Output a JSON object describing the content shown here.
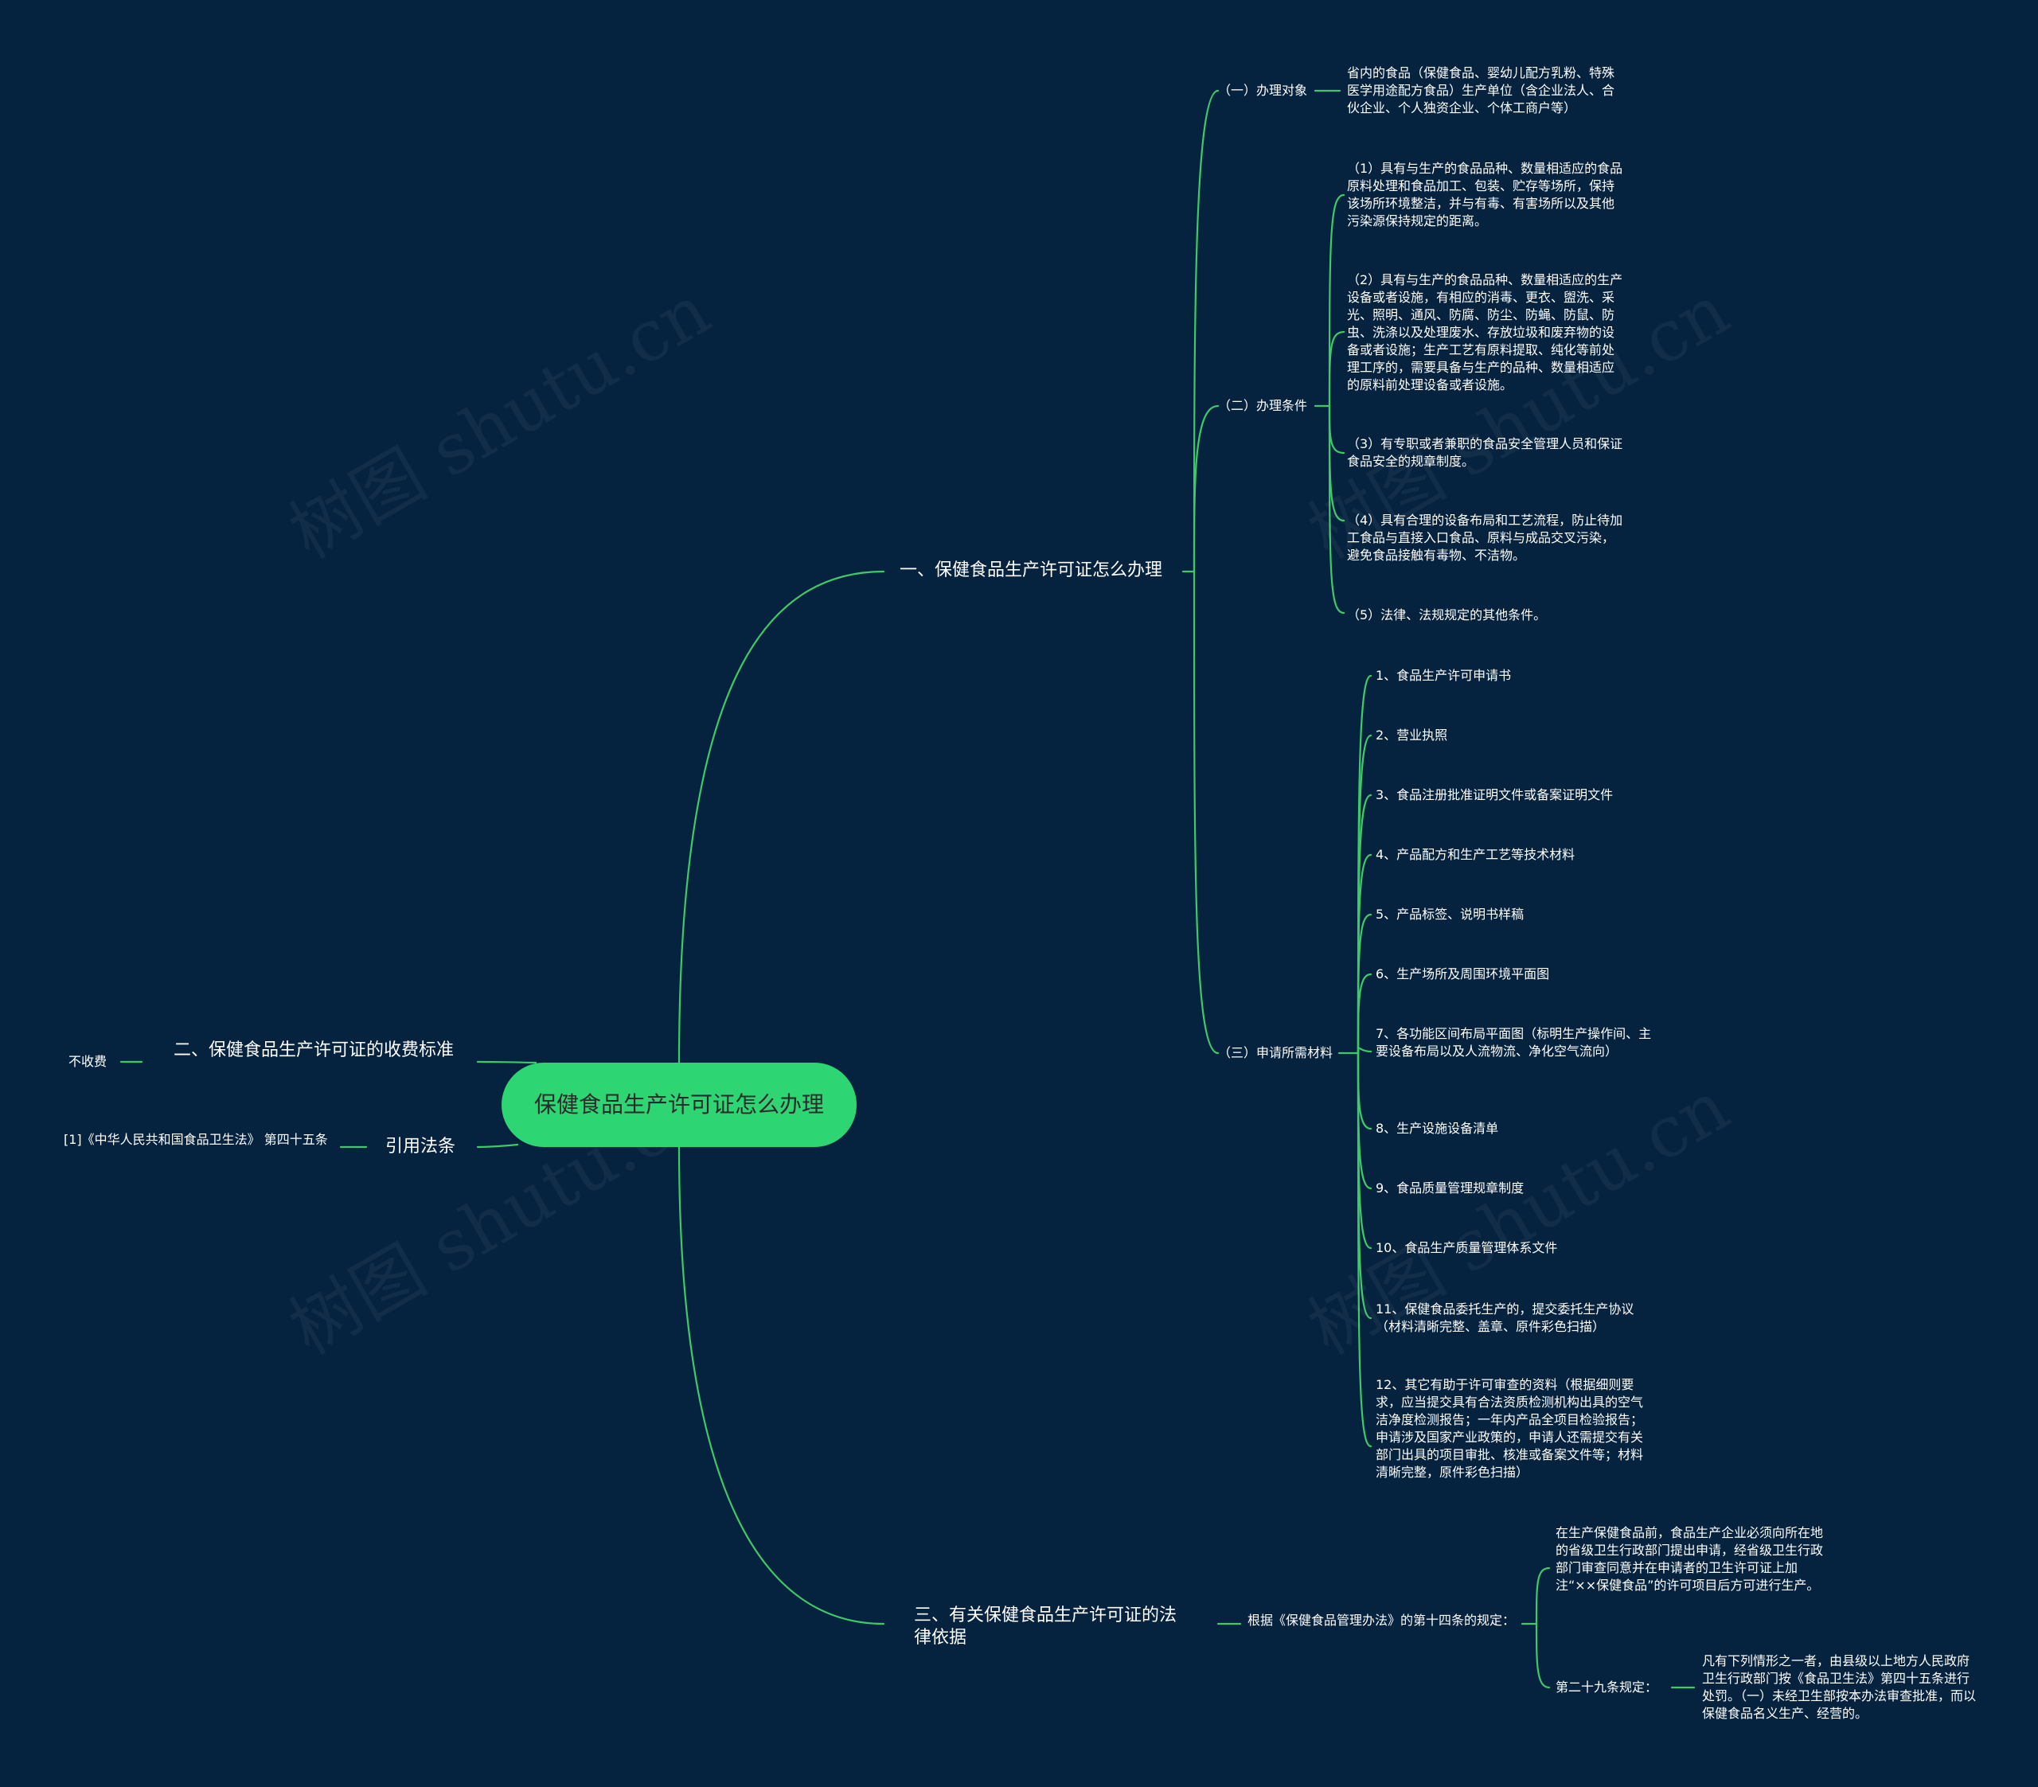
{
  "root": "保健食品生产许可证怎么办理",
  "colors": {
    "background": "#05223e",
    "line": "#3fc968",
    "root_fill": "#2ed573"
  },
  "watermark": "树图 shutu.cn",
  "branches": {
    "b1": {
      "label": "一、保健食品生产许可证怎么办理",
      "s1": {
        "label": "（一）办理对象",
        "text": "省内的食品（保健食品、婴幼儿配方乳粉、特殊医学用途配方食品）生产单位（含企业法人、合伙企业、个人独资企业、个体工商户等）"
      },
      "s2": {
        "label": "（二）办理条件",
        "items": [
          "（1）具有与生产的食品品种、数量相适应的食品原料处理和食品加工、包装、贮存等场所，保持该场所环境整洁，并与有毒、有害场所以及其他污染源保持规定的距离。",
          "（2）具有与生产的食品品种、数量相适应的生产设备或者设施，有相应的消毒、更衣、盥洗、采光、照明、通风、防腐、防尘、防蝇、防鼠、防虫、洗涤以及处理废水、存放垃圾和废弃物的设备或者设施；生产工艺有原料提取、纯化等前处理工序的，需要具备与生产的品种、数量相适应的原料前处理设备或者设施。",
          "（3）有专职或者兼职的食品安全管理人员和保证食品安全的规章制度。",
          "（4）具有合理的设备布局和工艺流程，防止待加工食品与直接入口食品、原料与成品交叉污染，避免食品接触有毒物、不洁物。",
          "（5）法律、法规规定的其他条件。"
        ]
      },
      "s3": {
        "label": "（三）申请所需材料",
        "items": [
          "1、食品生产许可申请书",
          "2、营业执照",
          "3、食品注册批准证明文件或备案证明文件",
          "4、产品配方和生产工艺等技术材料",
          "5、产品标签、说明书样稿",
          "6、生产场所及周围环境平面图",
          "7、各功能区间布局平面图（标明生产操作间、主要设备布局以及人流物流、净化空气流向）",
          "8、生产设施设备清单",
          "9、食品质量管理规章制度",
          "10、食品生产质量管理体系文件",
          "11、保健食品委托生产的，提交委托生产协议（材料清晰完整、盖章、原件彩色扫描）",
          "12、其它有助于许可审查的资料（根据细则要求，应当提交具有合法资质检测机构出具的空气洁净度检测报告；一年内产品全项目检验报告；申请涉及国家产业政策的，申请人还需提交有关部门出具的项目审批、核准或备案文件等；材料清晰完整，原件彩色扫描）"
        ]
      }
    },
    "b2": {
      "label": "二、保健食品生产许可证的收费标准",
      "leaf": "不收费"
    },
    "b3": {
      "label": "引用法条",
      "leaf": "[1]《中华人民共和国食品卫生法》 第四十五条"
    },
    "b4": {
      "label": "三、有关保健食品生产许可证的法律依据",
      "sub": {
        "label": "根据《保健食品管理办法》的第十四条的规定：",
        "a": "在生产保健食品前，食品生产企业必须向所在地的省级卫生行政部门提出申请，经省级卫生行政部门审查同意并在申请者的卫生许可证上加注“××保健食品”的许可项目后方可进行生产。",
        "b": {
          "label": "第二十九条规定：",
          "text": "凡有下列情形之一者，由县级以上地方人民政府卫生行政部门按《食品卫生法》第四十五条进行处罚。（一）未经卫生部按本办法审查批准，而以保健食品名义生产、经营的。"
        }
      }
    }
  }
}
